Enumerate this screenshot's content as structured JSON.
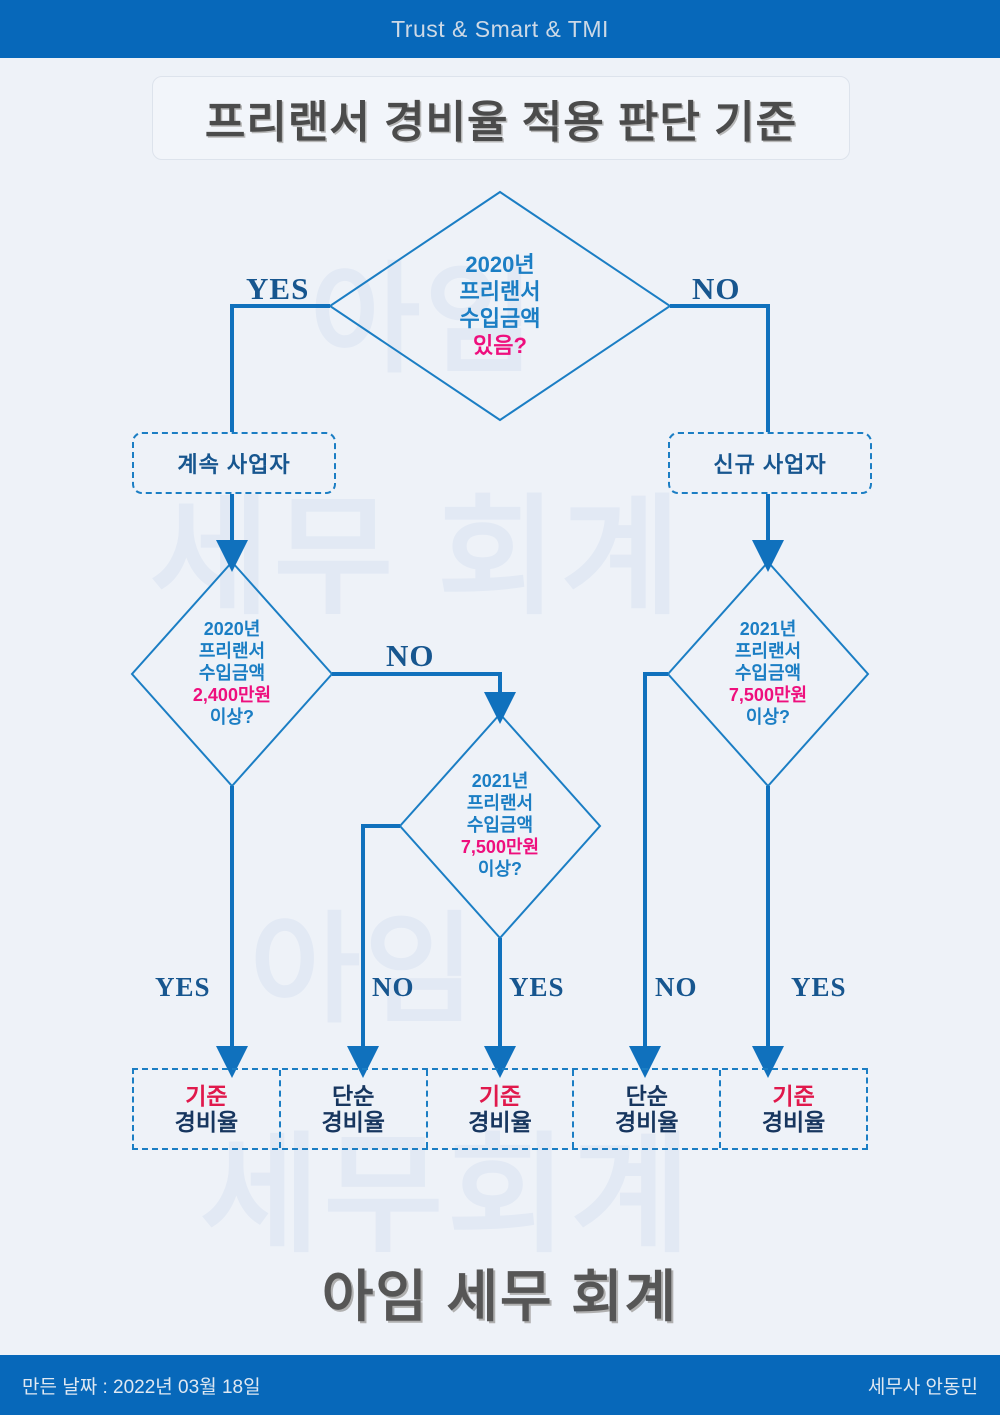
{
  "header": {
    "tagline": "Trust & Smart & TMI"
  },
  "title": {
    "text": "프리랜서 경비율 적용 판단 기준"
  },
  "brand": {
    "text": "아임 세무 회계"
  },
  "watermarks": [
    "아임",
    "세무 회계",
    "아임",
    "세무회계"
  ],
  "footer": {
    "created_label": "만든 날짜 : 2022년 03월 18일",
    "author": "세무사  안동민"
  },
  "colors": {
    "bar_blue": "#0768ba",
    "line_blue": "#1b7ec4",
    "text_navy": "#17568f",
    "accent_pink": "#ee0f7d",
    "accent_red": "#e0194c",
    "background": "#eef2f8"
  },
  "flow": {
    "decisions": [
      {
        "id": "d-root",
        "lines": [
          "2020년",
          "프리랜서",
          "수입금액"
        ],
        "highlight": "있음?"
      },
      {
        "id": "d-left",
        "lines": [
          "2020년",
          "프리랜서",
          "수입금액"
        ],
        "highlight": "2,400만원",
        "tail": "이상?"
      },
      {
        "id": "d-center",
        "lines": [
          "2021년",
          "프리랜서",
          "수입금액"
        ],
        "highlight": "7,500만원",
        "tail": "이상?"
      },
      {
        "id": "d-right",
        "lines": [
          "2021년",
          "프리랜서",
          "수입금액"
        ],
        "highlight": "7,500만원",
        "tail": "이상?"
      }
    ],
    "process_boxes": [
      {
        "id": "p-continuing",
        "label": "계속 사업자"
      },
      {
        "id": "p-new",
        "label": "신규 사업자"
      }
    ],
    "edge_labels": {
      "root_yes": "YES",
      "root_no": "NO",
      "left_no": "NO",
      "left_yes": "YES",
      "center_no": "NO",
      "center_yes": "YES",
      "right_no": "NO",
      "right_yes": "YES"
    },
    "results": [
      {
        "top": "기준",
        "bottom": "경비율",
        "style": "red"
      },
      {
        "top": "단순",
        "bottom": "경비율",
        "style": "navy"
      },
      {
        "top": "기준",
        "bottom": "경비율",
        "style": "red"
      },
      {
        "top": "단순",
        "bottom": "경비율",
        "style": "navy"
      },
      {
        "top": "기준",
        "bottom": "경비율",
        "style": "red"
      }
    ]
  }
}
